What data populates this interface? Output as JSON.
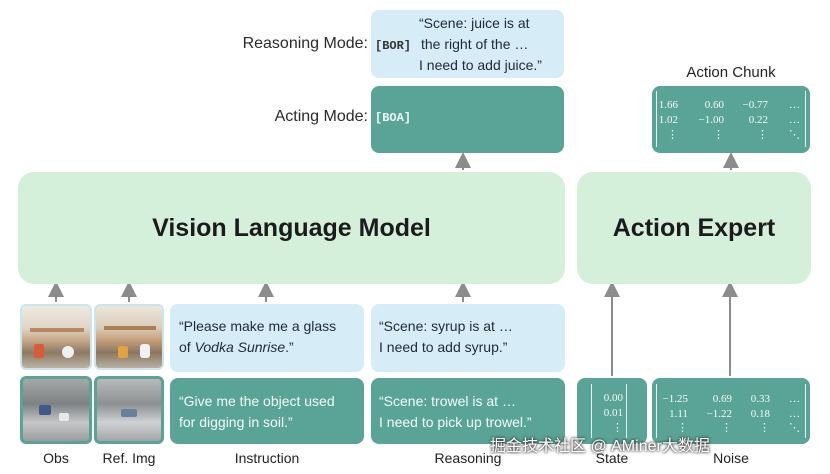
{
  "modes": {
    "reasoning_label": "Reasoning Mode:",
    "reasoning_token": "[BOR]",
    "reasoning_text": [
      "“Scene: juice is at",
      "the right of the …",
      "I need to add juice.”"
    ],
    "acting_label": "Acting Mode:",
    "acting_token": "[BOA]"
  },
  "models": {
    "vlm": "Vision Language Model",
    "expert": "Action Expert"
  },
  "action_chunk": {
    "title": "Action Chunk",
    "rows": [
      [
        "1.66",
        "0.60",
        "−0.77",
        "…"
      ],
      [
        "1.02",
        "−1.00",
        "0.22",
        "…"
      ],
      [
        "⋮",
        "⋮",
        "⋮",
        "⋱"
      ]
    ]
  },
  "inputs": {
    "instruction_light": [
      "“Please make me a glass",
      "of ",
      "Vodka Sunrise",
      ".”"
    ],
    "instruction_dark": [
      "“Give me the object used",
      "for digging in soil.”"
    ],
    "reasoning_light": [
      "“Scene: syrup is at …",
      "I need to add syrup.”"
    ],
    "reasoning_dark": [
      "“Scene: trowel is at …",
      "I need to pick up trowel.”"
    ],
    "state": [
      "0.00",
      "0.01",
      "⋮"
    ],
    "noise": [
      [
        "−1.25",
        "0.69",
        "0.33",
        "…"
      ],
      [
        "1.11",
        "−1.22",
        "0.18",
        "…"
      ],
      [
        "⋮",
        "⋮",
        "⋮",
        "⋱"
      ]
    ]
  },
  "labels": {
    "obs": "Obs",
    "ref_img": "Ref. Img",
    "instruction": "Instruction",
    "reasoning": "Reasoning",
    "state": "State",
    "noise": "Noise"
  },
  "watermark": "掘金技术社区 @ AMiner大数据",
  "colors": {
    "model_fill": "#d4f0da",
    "light_box": "#d6ecf7",
    "dark_box": "#5aa497",
    "arrow": "#8c8c8c"
  }
}
